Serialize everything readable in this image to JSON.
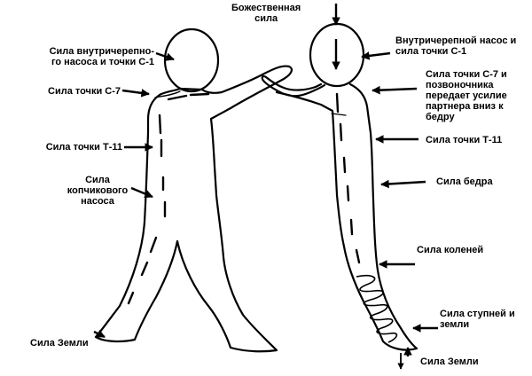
{
  "labels": {
    "divine_force": "Божественная\nсила",
    "cranial_pump_left": "Сила внутричерепно-\nго насоса и точки С-1",
    "c7_left": "Сила точки С-7",
    "t11_left": "Сила точки Т-11",
    "coccyx": "Сила\nкопчикового\nнасоса",
    "earth_left": "Сила Земли",
    "cranial_pump_right": "Внутричерепной насос и\nсила точки С-1",
    "c7_spine_right": "Сила точки С-7 и\nпозвоночника\nпередает усилие\nпартнера вниз к\nбедру",
    "t11_right": "Сила точки Т-11",
    "hip": "Сила бедра",
    "knees": "Сила коленей",
    "feet": "Сила ступней и\nземли",
    "earth_right": "Сила Земли"
  },
  "colors": {
    "ink": "#000000",
    "background": "#ffffff"
  }
}
